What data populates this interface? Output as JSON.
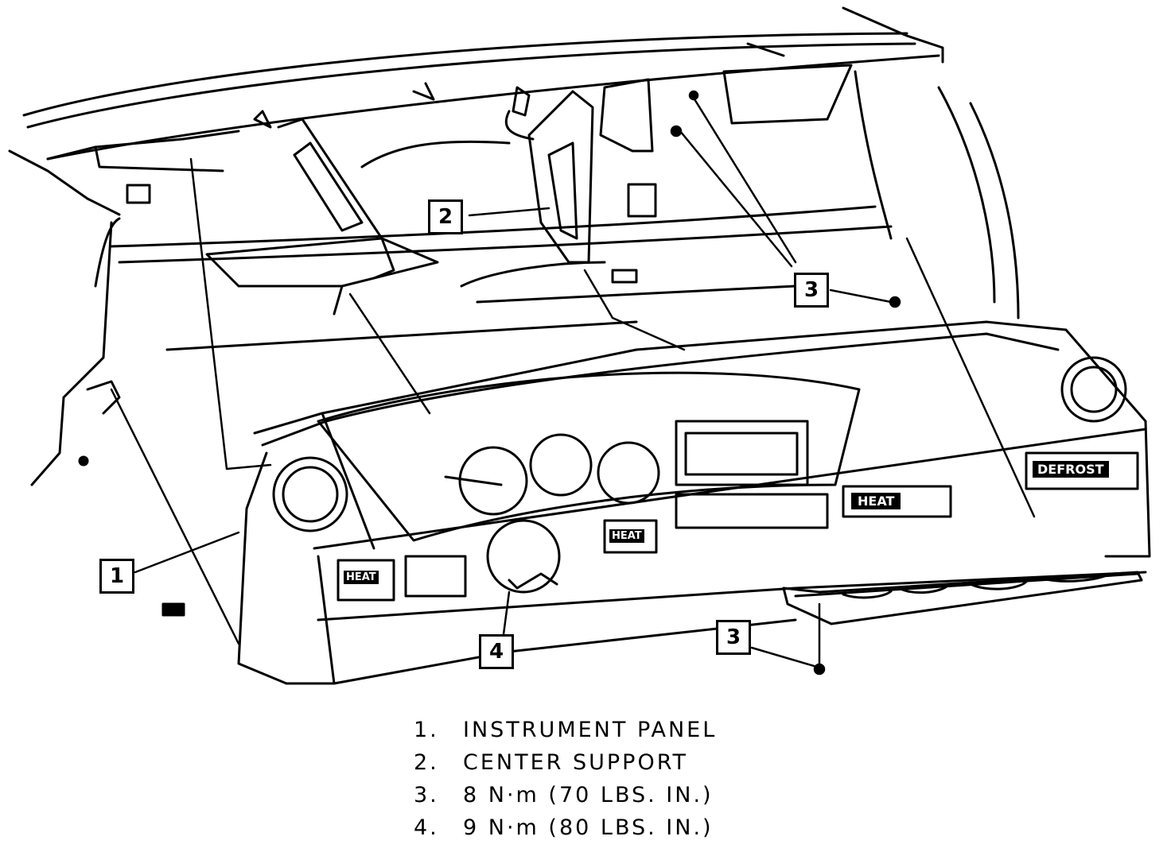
{
  "callouts": {
    "c1": "1",
    "c2": "2",
    "c3_upper": "3",
    "c3_lower": "3",
    "c4": "4"
  },
  "legend": [
    {
      "num": "1.",
      "text": "INSTRUMENT PANEL"
    },
    {
      "num": "2.",
      "text": "CENTER SUPPORT"
    },
    {
      "num": "3.",
      "text": "8 N·m (70 LBS. IN.)"
    },
    {
      "num": "4.",
      "text": "9 N·m (80 LBS. IN.)"
    }
  ],
  "panel_labels": {
    "left_vent": "HEAT",
    "center_vent": "HEAT",
    "right_display": "HEAT",
    "far_right_display": "DEFROST"
  },
  "colors": {
    "ink": "#000000",
    "paper": "#ffffff"
  }
}
